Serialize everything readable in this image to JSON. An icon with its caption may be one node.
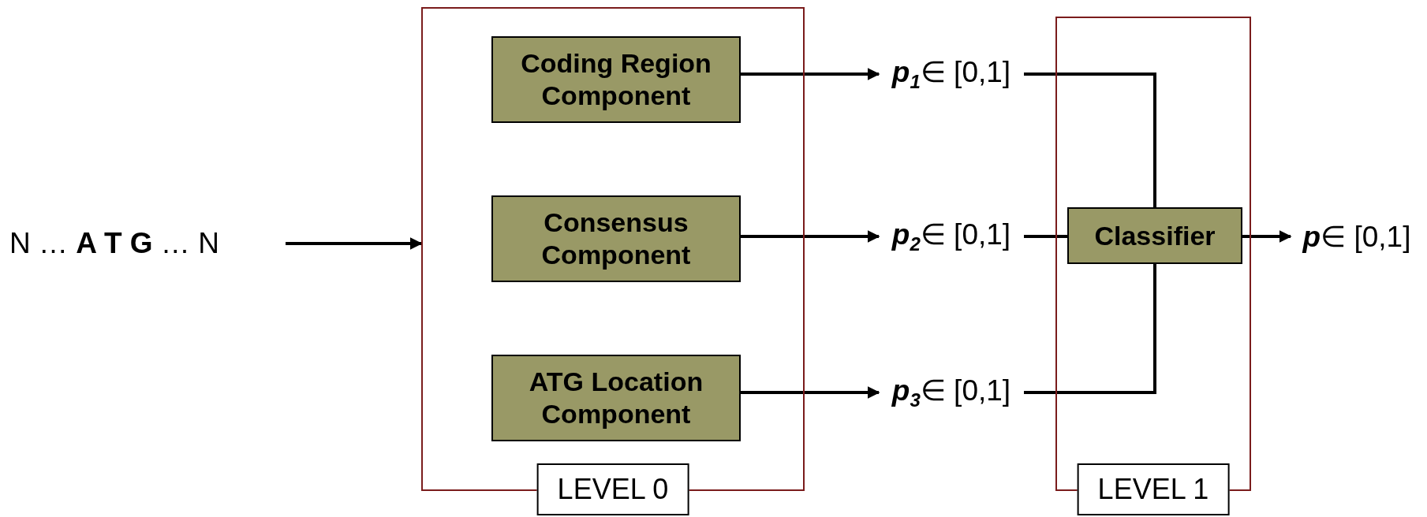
{
  "diagram": {
    "nodes": [
      {
        "text": [
          "N … **A T G** … N"
        ]
      },
      {
        "text": [
          "LEVEL 0"
        ]
      },
      {
        "text": [
          "Coding Region Component"
        ],
        "in": 1
      },
      {
        "text": [
          "Consensus Component"
        ],
        "in": 1
      },
      {
        "text": [
          "ATG Location Component"
        ],
        "in": 1
      },
      {
        "text": [
          "**p**$_{1}$∈ [0,1]"
        ]
      },
      {
        "text": [
          "**p**$_{2}$∈ [0,1]"
        ]
      },
      {
        "text": [
          "**p**$_{3}$∈ [0,1]"
        ]
      },
      {
        "text": [
          "LEVEL 1"
        ]
      },
      {
        "text": [
          "Classifier"
        ],
        "in": 8
      },
      {
        "text": [
          "**p**∈ [0,1]"
        ]
      }
    ],
    "edges": [
      {
        "from": 0,
        "to": 1,
        "arrow": "to"
      },
      {
        "from": 2,
        "to": 5,
        "arrow": "to"
      },
      {
        "from": 3,
        "to": 6,
        "arrow": "to"
      },
      {
        "from": 4,
        "to": 7,
        "arrow": "to"
      },
      {
        "from": 5,
        "to": 9,
        "arrow": "none"
      },
      {
        "from": 6,
        "to": 9,
        "arrow": "none"
      },
      {
        "from": 7,
        "to": 9,
        "arrow": "none"
      },
      {
        "from": 9,
        "to": 10,
        "arrow": "to"
      }
    ]
  }
}
